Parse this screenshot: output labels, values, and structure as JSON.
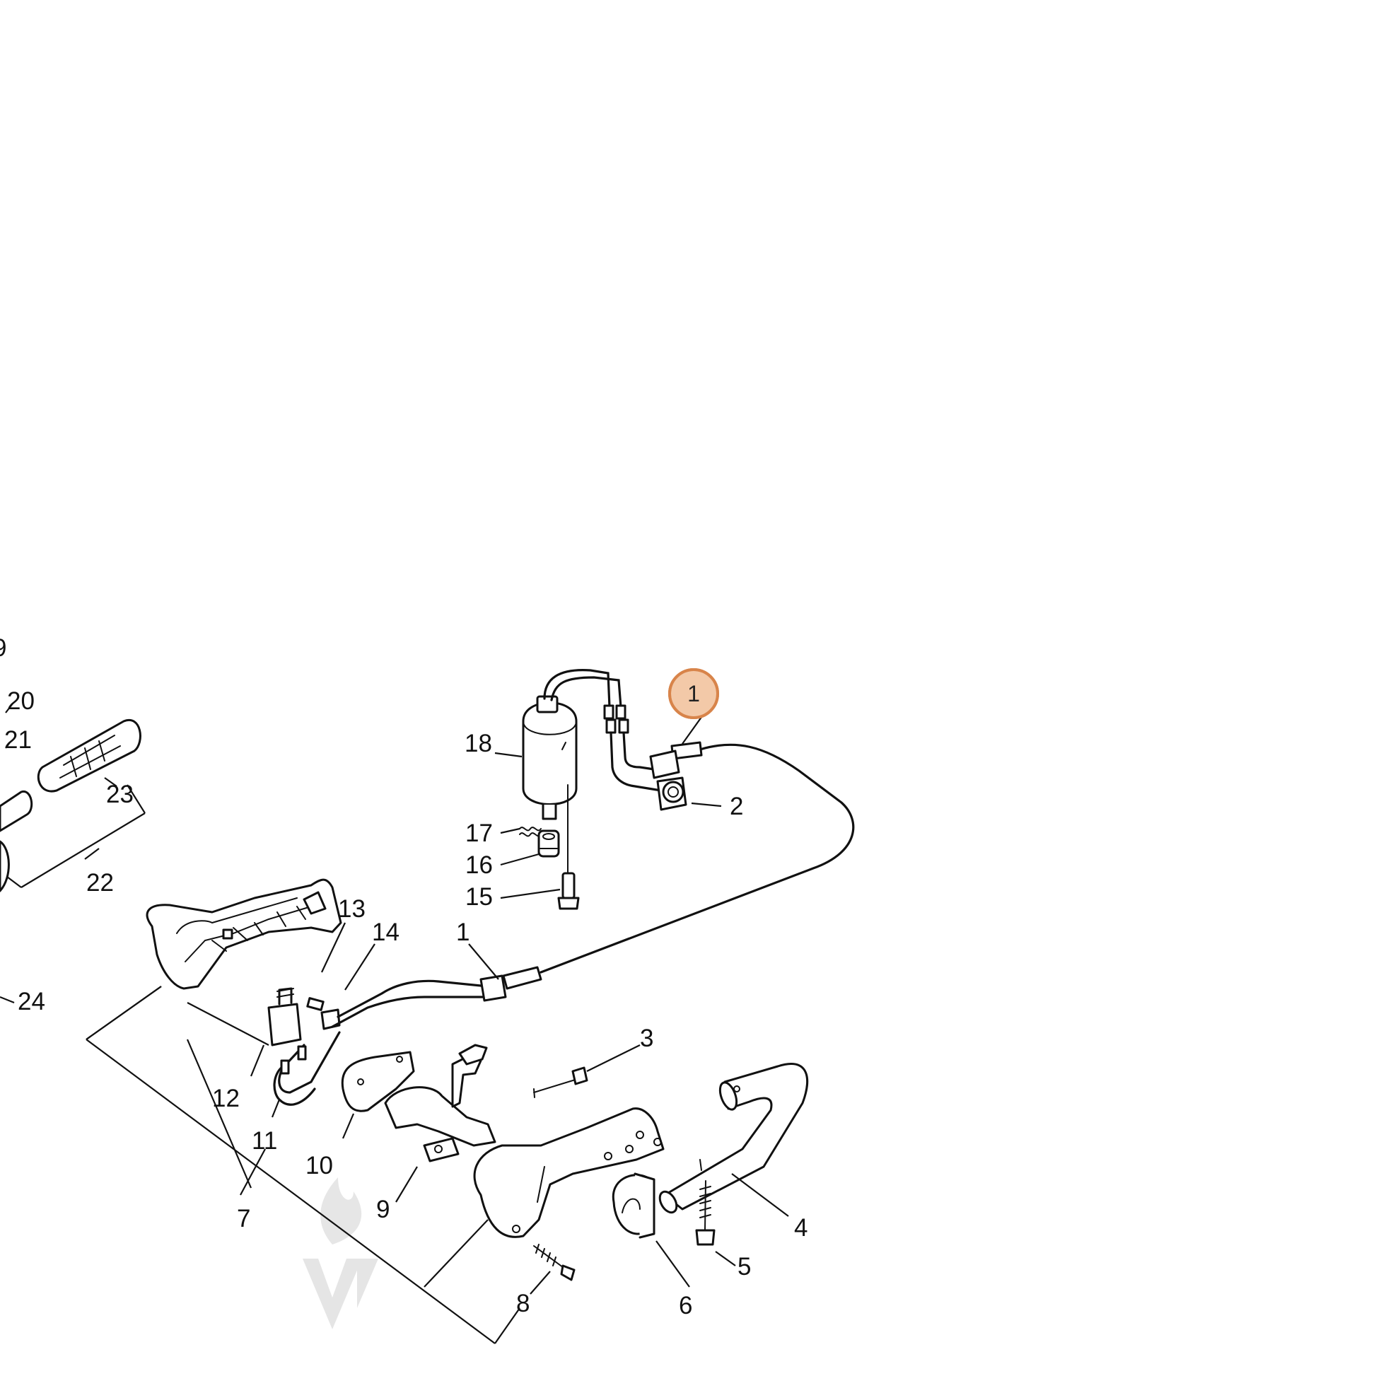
{
  "diagram": {
    "callouts": [
      {
        "id": "c1",
        "label": "1"
      },
      {
        "id": "c2",
        "label": "2"
      },
      {
        "id": "c3",
        "label": "3"
      },
      {
        "id": "c4",
        "label": "4"
      },
      {
        "id": "c5",
        "label": "5"
      },
      {
        "id": "c6",
        "label": "6"
      },
      {
        "id": "c7",
        "label": "7"
      },
      {
        "id": "c8",
        "label": "8"
      },
      {
        "id": "c9",
        "label": "9"
      },
      {
        "id": "c10",
        "label": "10"
      },
      {
        "id": "c11",
        "label": "11"
      },
      {
        "id": "c12",
        "label": "12"
      },
      {
        "id": "c13",
        "label": "13"
      },
      {
        "id": "c14",
        "label": "14"
      },
      {
        "id": "c15",
        "label": "15"
      },
      {
        "id": "c16",
        "label": "16"
      },
      {
        "id": "c17",
        "label": "17"
      },
      {
        "id": "c18",
        "label": "18"
      },
      {
        "id": "c19",
        "label": "9"
      },
      {
        "id": "c20",
        "label": "20"
      },
      {
        "id": "c21",
        "label": "21"
      },
      {
        "id": "c22",
        "label": "22"
      },
      {
        "id": "c23",
        "label": "23"
      },
      {
        "id": "c24",
        "label": "24"
      }
    ],
    "highlight": {
      "label": "1",
      "fill": "#f3c9a8",
      "stroke": "#d8844a"
    },
    "line_color": "#111111",
    "watermark_color": "#e3e3e3"
  }
}
